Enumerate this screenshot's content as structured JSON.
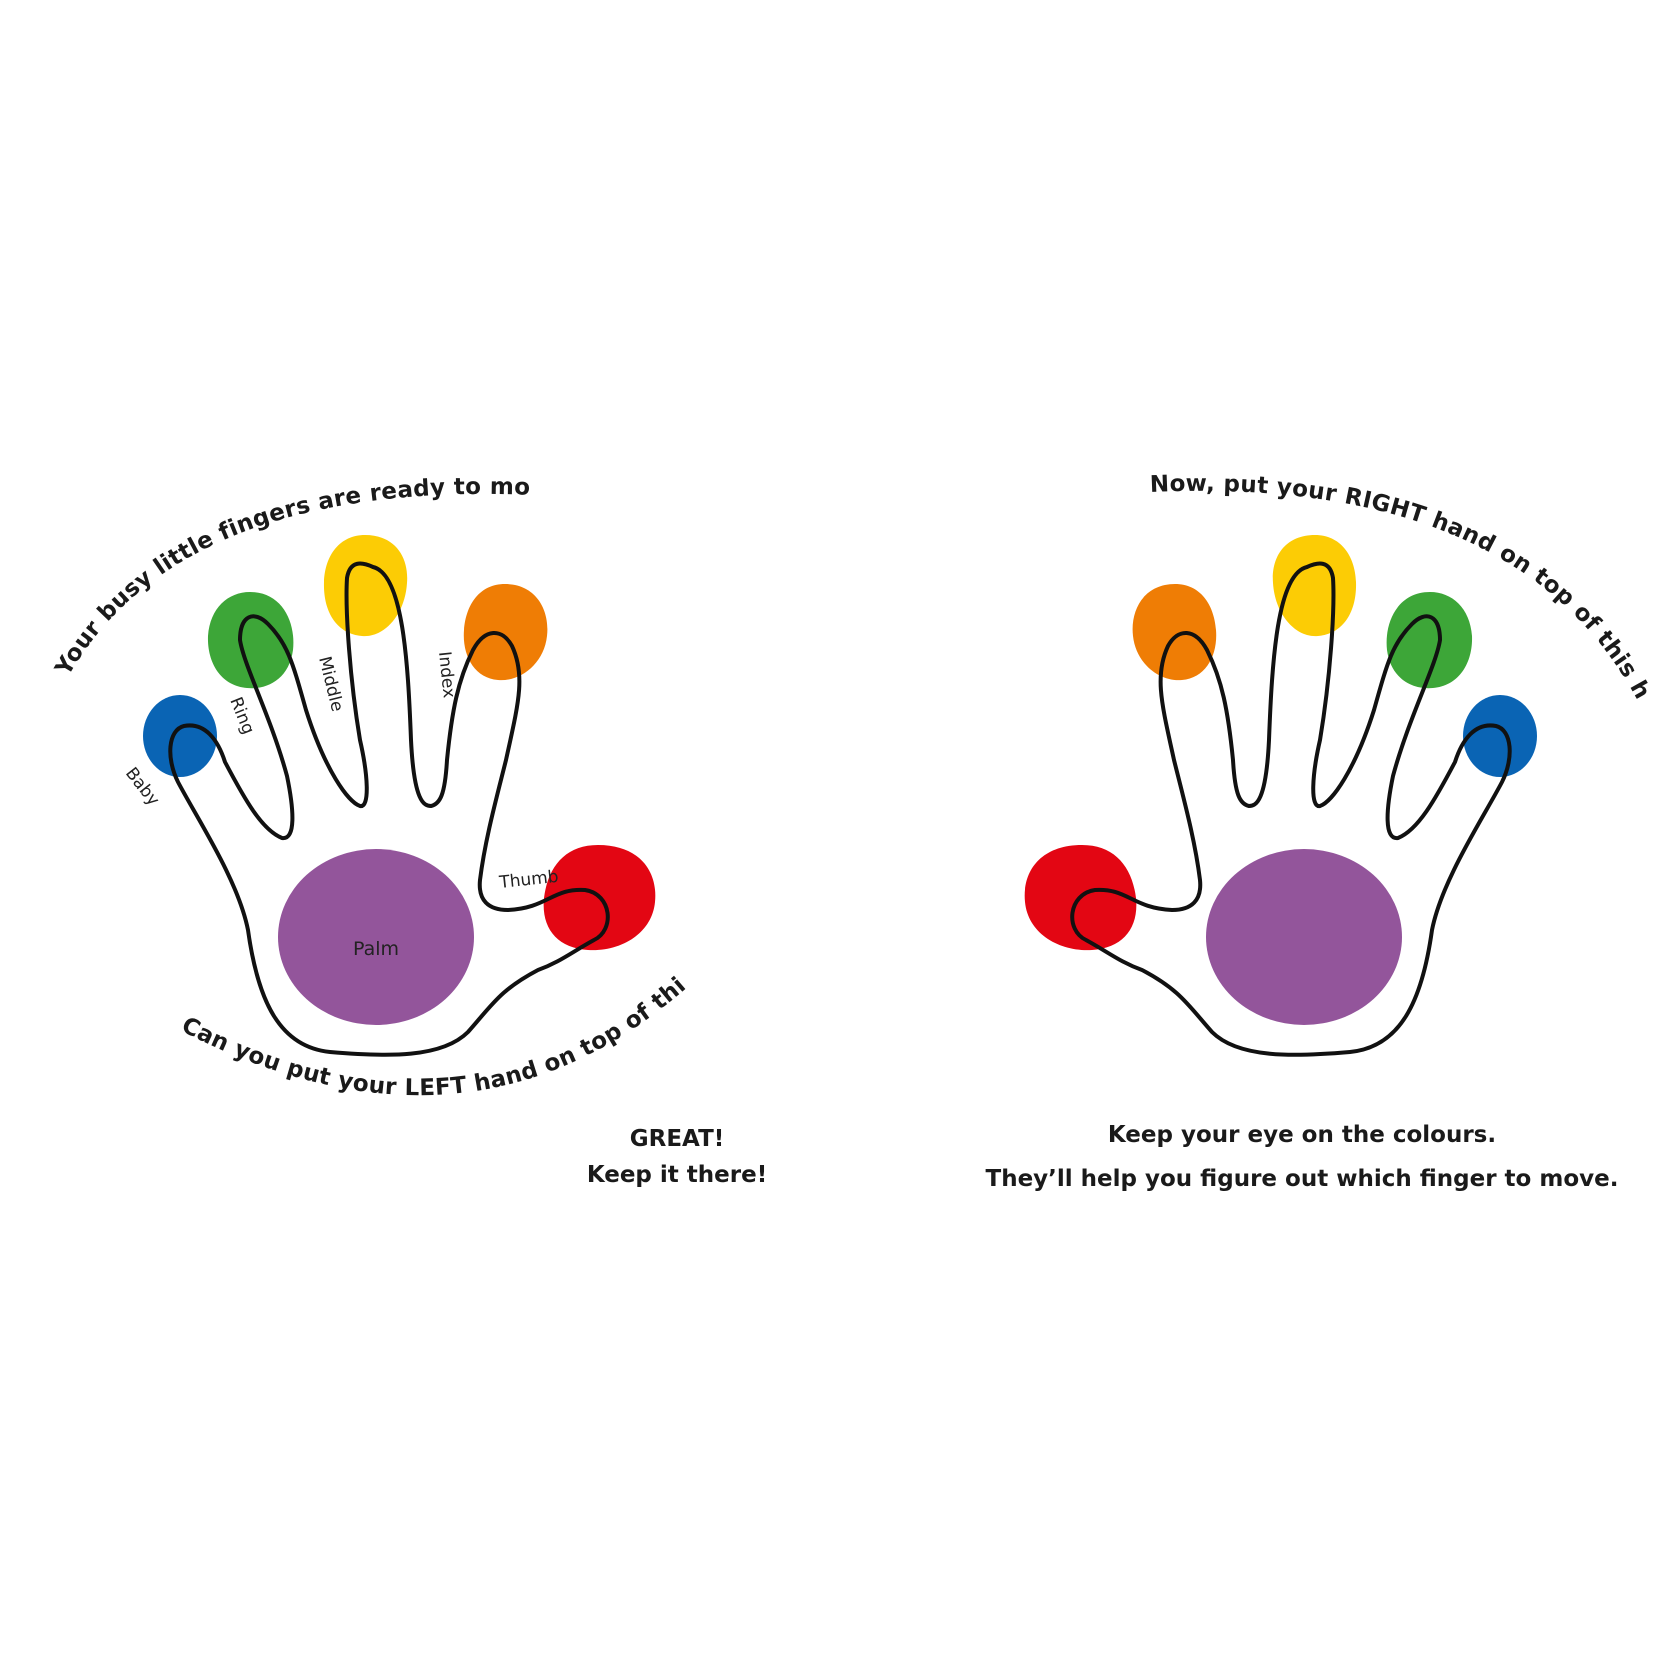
{
  "left_page": {
    "top_arc_text": "Your busy little fingers are ready to move . . .",
    "bottom_arc_text": "Can you put your LEFT hand on top of this hand?",
    "great_text": "GREAT!",
    "keep_text": "Keep it there!",
    "finger_labels": {
      "baby": "Baby",
      "ring": "Ring",
      "middle": "Middle",
      "index": "Index",
      "thumb": "Thumb",
      "palm": "Palm"
    }
  },
  "right_page": {
    "top_arc_text": "Now, put your RIGHT hand on top of this hand.",
    "line1": "Keep your eye on the colours.",
    "line2": "They’ll help you figure out which finger to move."
  },
  "colors": {
    "baby": "#0a64b4",
    "ring": "#3da638",
    "middle": "#fccc05",
    "index": "#ef7d05",
    "thumb": "#e30613",
    "palm": "#93559b"
  }
}
